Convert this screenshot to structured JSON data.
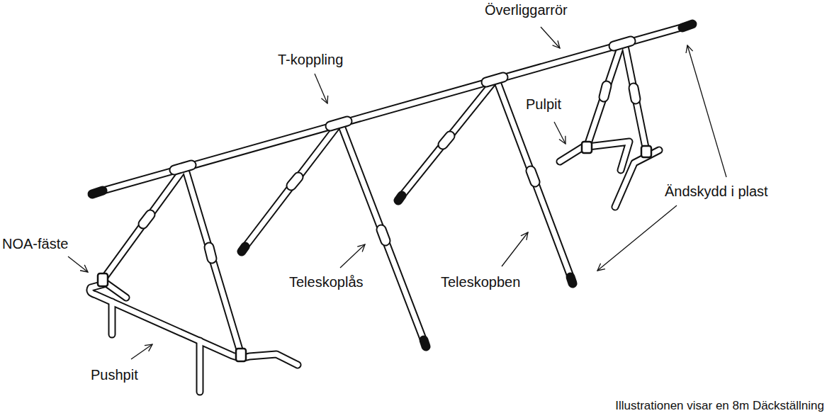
{
  "diagram": {
    "caption": "Illustrationen visar en 8m Däckställning",
    "labels": [
      "Överliggarrör",
      "T-koppling",
      "Pulpit",
      "NOA-fäste",
      "Ändskydd i plast",
      "Teleskoplås",
      "Teleskopben",
      "Pushpit"
    ]
  }
}
